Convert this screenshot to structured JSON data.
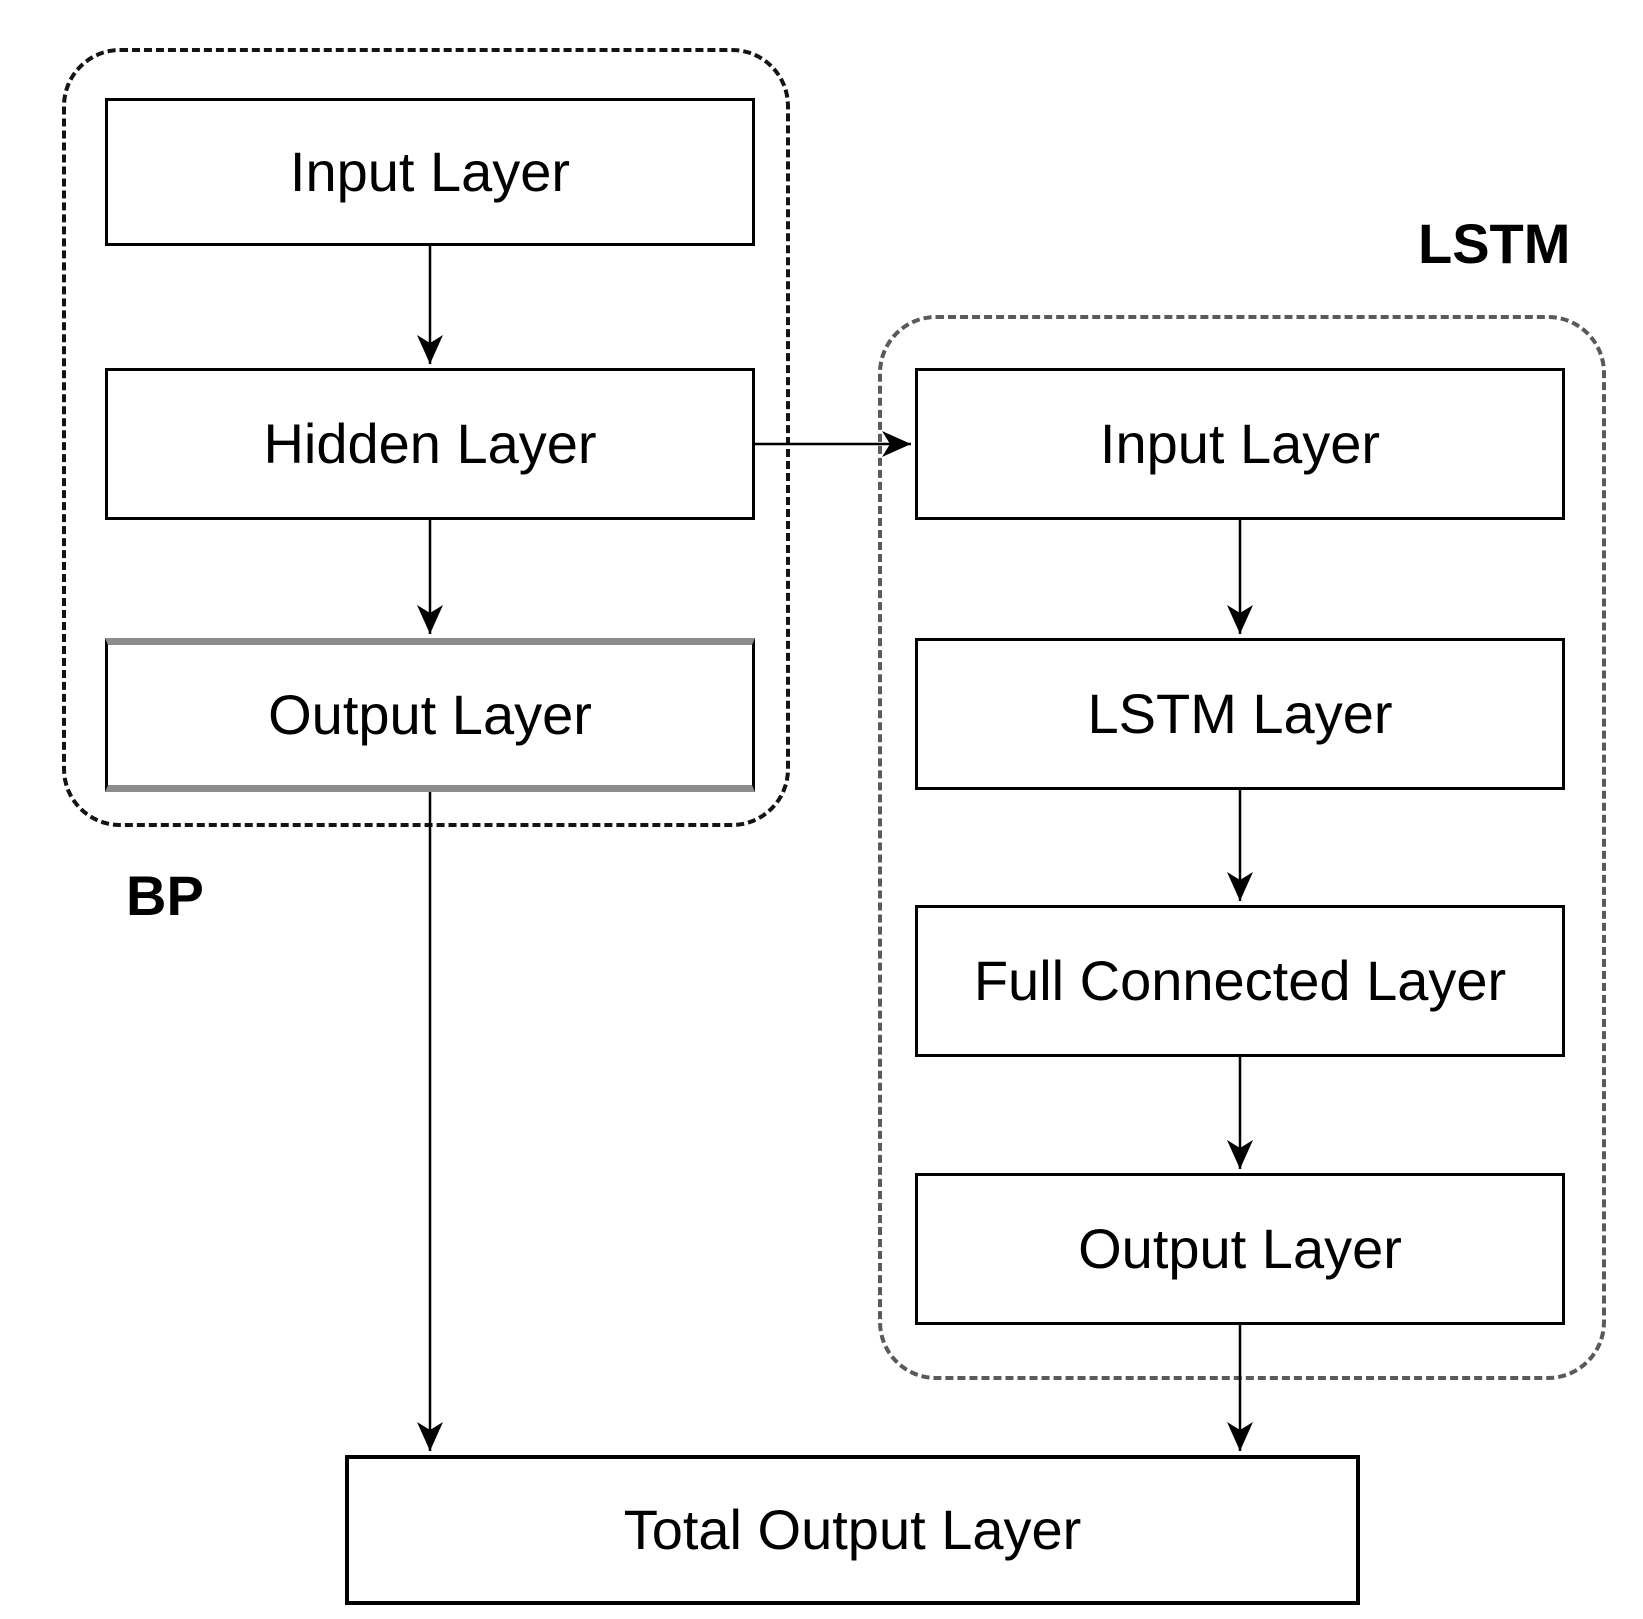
{
  "diagram": {
    "bp": {
      "label": "BP",
      "nodes": [
        {
          "id": "bp-input",
          "label": "Input Layer"
        },
        {
          "id": "bp-hidden",
          "label": "Hidden Layer"
        },
        {
          "id": "bp-output",
          "label": "Output Layer"
        }
      ]
    },
    "lstm": {
      "label": "LSTM",
      "nodes": [
        {
          "id": "lstm-input",
          "label": "Input Layer"
        },
        {
          "id": "lstm-layer",
          "label": "LSTM Layer"
        },
        {
          "id": "lstm-fc",
          "label": "Full Connected Layer"
        },
        {
          "id": "lstm-output",
          "label": "Output Layer"
        }
      ]
    },
    "total": {
      "label": "Total Output Layer"
    },
    "connections": [
      "bp-input -> bp-hidden",
      "bp-hidden -> bp-output",
      "bp-hidden -> lstm-input",
      "bp-output -> total-output",
      "lstm-input -> lstm-layer",
      "lstm-layer -> lstm-fc",
      "lstm-fc -> lstm-output",
      "lstm-output -> total-output"
    ]
  },
  "colors": {
    "background": "#ffffff",
    "line": "#000000",
    "text": "#000000",
    "box-fill": "#ffffff",
    "bp-dash": "#141414",
    "lstm-dash": "#5a5a5a",
    "bp-output-accent": "#8c8c8c"
  }
}
